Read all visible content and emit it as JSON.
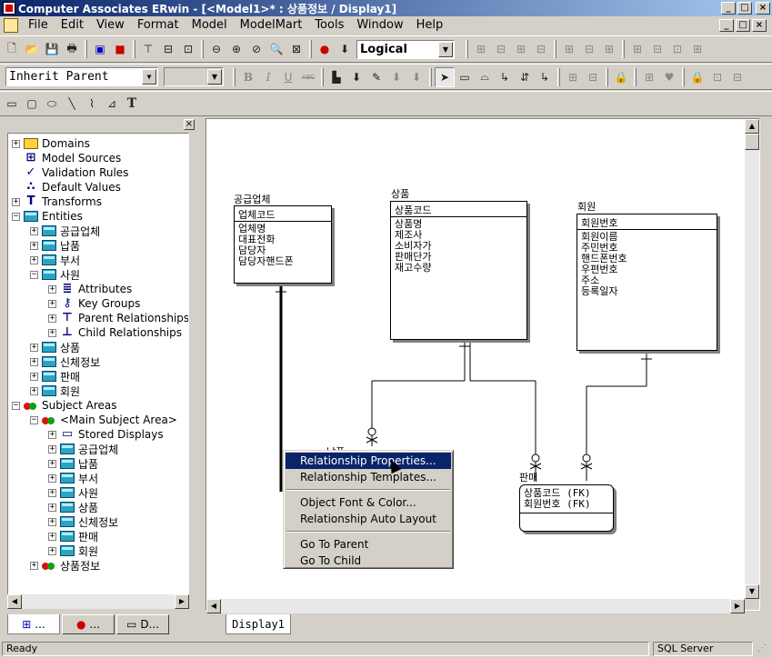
{
  "window": {
    "title": "Computer Associates ERwin - [<Model1>* : 상품정보 / Display1]",
    "minimize": "_",
    "maximize": "□",
    "close": "×"
  },
  "menu": {
    "items": [
      "File",
      "Edit",
      "View",
      "Format",
      "Model",
      "ModelMart",
      "Tools",
      "Window",
      "Help"
    ],
    "accelerators": [
      "F",
      "E",
      "V",
      "o",
      "M",
      "a",
      "T",
      "W",
      "H"
    ]
  },
  "toolbar1": {
    "view_mode": "Logical"
  },
  "toolbar2": {
    "font_name": "Inherit Parent",
    "font_size": "",
    "bold": "B",
    "italic": "I",
    "underline": "U",
    "strike": "ABC"
  },
  "toolbar3": {
    "text_tool": "T"
  },
  "tree": {
    "nodes": [
      {
        "label": "Domains",
        "level": 0,
        "exp": "+",
        "icon": "domain-icon"
      },
      {
        "label": "Model Sources",
        "level": 0,
        "exp": "",
        "icon": "model-sources-icon"
      },
      {
        "label": "Validation Rules",
        "level": 0,
        "exp": "",
        "icon": "validation-rules-icon"
      },
      {
        "label": "Default Values",
        "level": 0,
        "exp": "",
        "icon": "default-values-icon"
      },
      {
        "label": "Transforms",
        "level": 0,
        "exp": "+",
        "icon": "transforms-icon"
      },
      {
        "label": "Entities",
        "level": 0,
        "exp": "−",
        "icon": "entity-icon"
      },
      {
        "label": "공급업체",
        "level": 1,
        "exp": "+",
        "icon": "entity-icon"
      },
      {
        "label": "납품",
        "level": 1,
        "exp": "+",
        "icon": "entity-icon"
      },
      {
        "label": "부서",
        "level": 1,
        "exp": "+",
        "icon": "entity-icon"
      },
      {
        "label": "사원",
        "level": 1,
        "exp": "−",
        "icon": "entity-icon"
      },
      {
        "label": "Attributes",
        "level": 2,
        "exp": "+",
        "icon": "attributes-icon"
      },
      {
        "label": "Key Groups",
        "level": 2,
        "exp": "+",
        "icon": "key-groups-icon"
      },
      {
        "label": "Parent Relationships",
        "level": 2,
        "exp": "+",
        "icon": "parent-relationships-icon"
      },
      {
        "label": "Child Relationships",
        "level": 2,
        "exp": "+",
        "icon": "child-relationships-icon"
      },
      {
        "label": "상품",
        "level": 1,
        "exp": "+",
        "icon": "entity-icon"
      },
      {
        "label": "신체정보",
        "level": 1,
        "exp": "+",
        "icon": "entity-icon"
      },
      {
        "label": "판매",
        "level": 1,
        "exp": "+",
        "icon": "entity-icon"
      },
      {
        "label": "회원",
        "level": 1,
        "exp": "+",
        "icon": "entity-icon"
      },
      {
        "label": "Subject Areas",
        "level": 0,
        "exp": "−",
        "icon": "subject-area-icon"
      },
      {
        "label": "<Main Subject Area>",
        "level": 1,
        "exp": "−",
        "icon": "subject-area-icon"
      },
      {
        "label": "Stored Displays",
        "level": 2,
        "exp": "+",
        "icon": "stored-displays-icon"
      },
      {
        "label": "공급업체",
        "level": 2,
        "exp": "+",
        "icon": "entity-icon"
      },
      {
        "label": "납품",
        "level": 2,
        "exp": "+",
        "icon": "entity-icon"
      },
      {
        "label": "부서",
        "level": 2,
        "exp": "+",
        "icon": "entity-icon"
      },
      {
        "label": "사원",
        "level": 2,
        "exp": "+",
        "icon": "entity-icon"
      },
      {
        "label": "상품",
        "level": 2,
        "exp": "+",
        "icon": "entity-icon"
      },
      {
        "label": "신체정보",
        "level": 2,
        "exp": "+",
        "icon": "entity-icon"
      },
      {
        "label": "판매",
        "level": 2,
        "exp": "+",
        "icon": "entity-icon"
      },
      {
        "label": "회원",
        "level": 2,
        "exp": "+",
        "icon": "entity-icon"
      },
      {
        "label": "상품정보",
        "level": 1,
        "exp": "+",
        "icon": "subject-area-icon"
      }
    ]
  },
  "left_tabs": [
    {
      "label": "...",
      "icon": "model-tree-icon"
    },
    {
      "label": "...",
      "icon": "subject-area-icon"
    },
    {
      "label": "D...",
      "icon": "display-icon"
    }
  ],
  "diagram": {
    "entities": {
      "supplier": {
        "name": "공급업체",
        "pk": "업체코드",
        "attrs": [
          "업체명",
          "대표전화",
          "담당자",
          "담당자핸드폰"
        ]
      },
      "product": {
        "name": "상품",
        "pk": "상품코드",
        "attrs": [
          "상품명",
          "제조사",
          "소비자가",
          "판매단가",
          "재고수량"
        ]
      },
      "member": {
        "name": "회원",
        "pk": "회원번호",
        "attrs": [
          "회원이름",
          "주민번호",
          "핸드폰번호",
          "우편번호",
          "주소",
          "등록일자"
        ]
      },
      "sales": {
        "name": "판매",
        "pk_lines": [
          "상품코드 (FK)",
          "회원번호 (FK)"
        ]
      },
      "delivery_partial": "납품"
    }
  },
  "context_menu": {
    "items": [
      {
        "label": "Relationship Properties...",
        "highlighted": true
      },
      {
        "label": "Relationship Templates...",
        "highlighted": false
      },
      {
        "label": "Object Font & Color...",
        "highlighted": false
      },
      {
        "label": "Relationship Auto Layout",
        "highlighted": false
      },
      {
        "label": "Go To Parent",
        "highlighted": false
      },
      {
        "label": "Go To Child",
        "highlighted": false
      }
    ]
  },
  "doc_tab": "Display1",
  "status": {
    "left": "Ready",
    "right": "SQL Server"
  },
  "colors": {
    "title_start": "#0a246a",
    "title_end": "#a6caf0",
    "entity_icon": "#2ba4c4",
    "highlight": "#0a246a"
  }
}
